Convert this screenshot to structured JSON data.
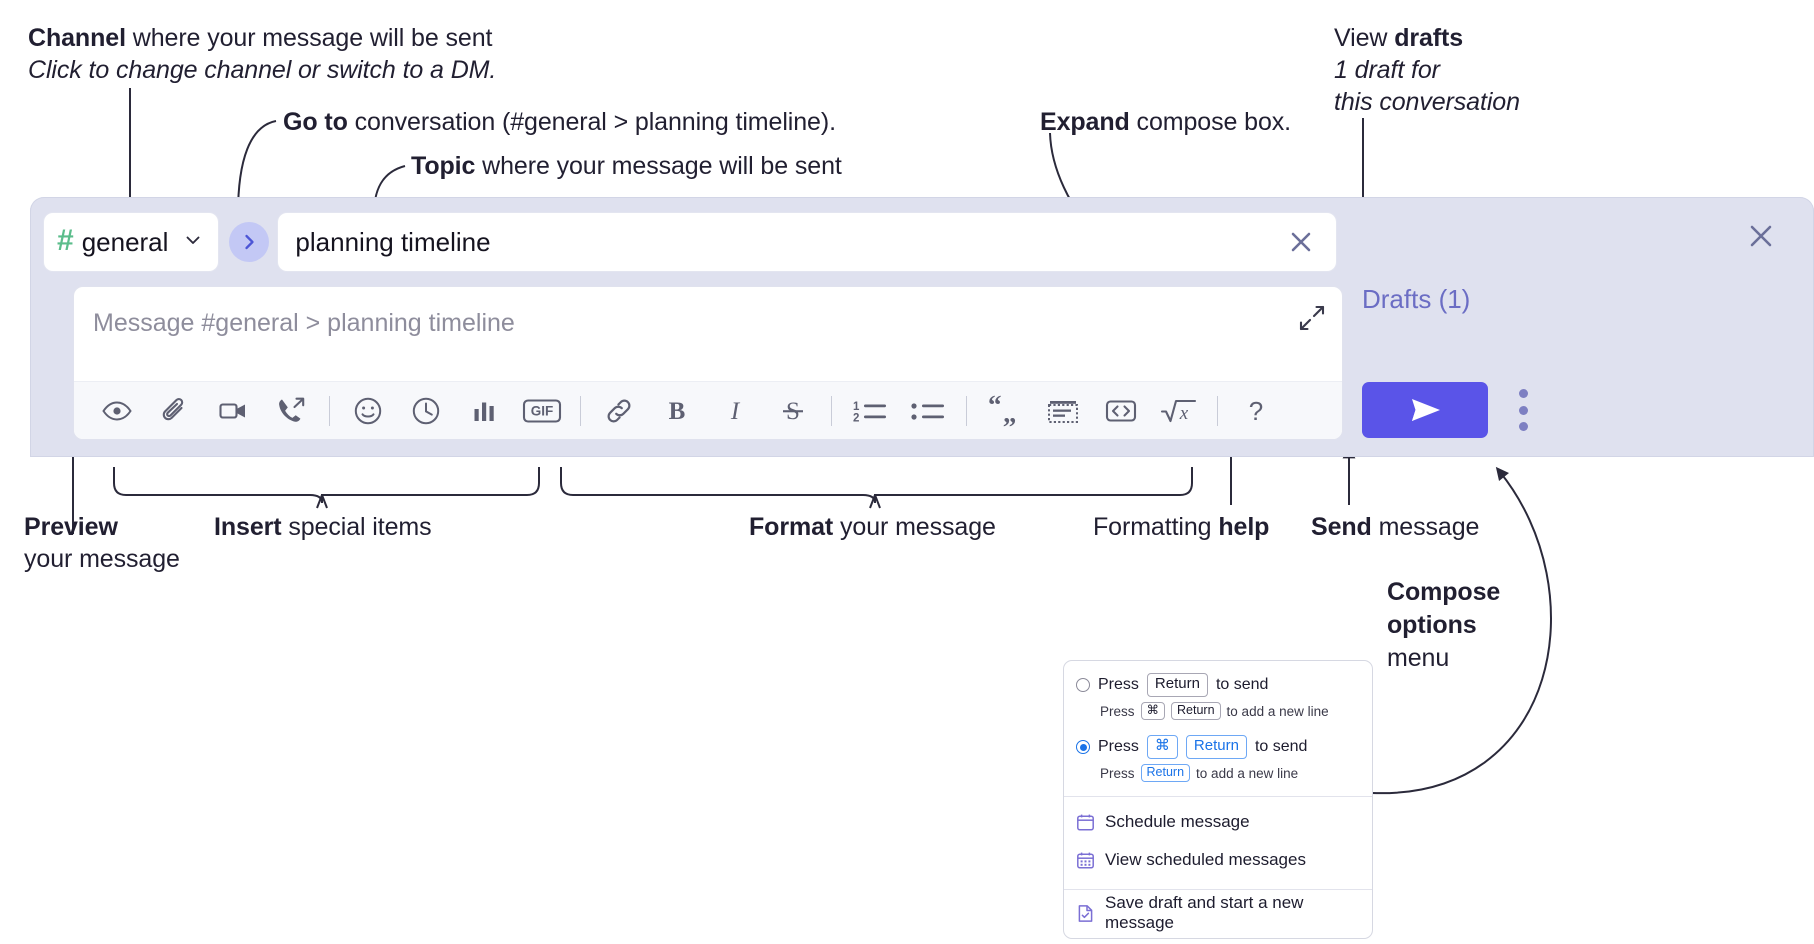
{
  "annotations": {
    "channel": {
      "bold": "Channel",
      "rest": " where your message will be sent",
      "sub": "Click to change channel or switch to a DM."
    },
    "goto": {
      "bold": "Go to",
      "rest": " conversation (#general > planning timeline)."
    },
    "topic": {
      "bold": "Topic",
      "rest": " where your message will be sent"
    },
    "expand": {
      "bold": "Expand",
      "rest": " compose box."
    },
    "drafts": {
      "pre": "View ",
      "bold": "drafts",
      "sub1": "1 draft for",
      "sub2": "this conversation"
    },
    "preview": {
      "bold": "Preview",
      "line2": "your message"
    },
    "insert": {
      "bold": "Insert",
      "rest": " special items"
    },
    "format": {
      "bold": "Format",
      "rest": " your message"
    },
    "formatting_help": {
      "pre": "Formatting ",
      "bold": "help"
    },
    "send": {
      "bold": "Send",
      "rest": " message"
    },
    "compose_options": {
      "bold1": "Compose",
      "bold2": "options",
      "rest": "menu"
    }
  },
  "compose": {
    "channel_chip": {
      "hash": "#",
      "name": "general",
      "icon": "hash-icon",
      "chevron": "chevron-down-icon"
    },
    "goto_button": {
      "icon": "chevron-right-icon",
      "label": "Go to conversation"
    },
    "topic_field": {
      "value": "planning timeline",
      "clear_icon": "close-icon"
    },
    "message_input": {
      "placeholder": "Message #general > planning timeline",
      "value": ""
    },
    "expand_icon": "expand-diagonal-icon",
    "panel_close_icon": "close-icon",
    "drafts_link": "Drafts (1)",
    "send_button": {
      "icon": "send-paperplane-icon",
      "label": "Send"
    },
    "compose_options_icon": "kebab-vertical-icon",
    "toolbar": [
      {
        "name": "preview-icon",
        "label": "Preview"
      },
      {
        "name": "attachment-paperclip-icon",
        "label": "Attach file"
      },
      {
        "name": "video-camera-icon",
        "label": "Record video clip"
      },
      {
        "name": "phone-arrow-icon",
        "label": "Record audio clip"
      },
      {
        "name": "divider",
        "label": ""
      },
      {
        "name": "emoji-smiley-icon",
        "label": "Emoji"
      },
      {
        "name": "clock-icon",
        "label": "Schedule"
      },
      {
        "name": "bar-chart-icon",
        "label": "Poll"
      },
      {
        "name": "gif-icon",
        "label": "GIF"
      },
      {
        "name": "divider",
        "label": ""
      },
      {
        "name": "link-icon",
        "label": "Link"
      },
      {
        "name": "bold-icon",
        "label": "Bold"
      },
      {
        "name": "italic-icon",
        "label": "Italic"
      },
      {
        "name": "strikethrough-icon",
        "label": "Strikethrough"
      },
      {
        "name": "divider",
        "label": ""
      },
      {
        "name": "ordered-list-icon",
        "label": "Ordered list"
      },
      {
        "name": "bulleted-list-icon",
        "label": "Bulleted list"
      },
      {
        "name": "divider",
        "label": ""
      },
      {
        "name": "blockquote-icon",
        "label": "Blockquote"
      },
      {
        "name": "code-block-icon",
        "label": "Code block"
      },
      {
        "name": "code-inline-icon",
        "label": "Code"
      },
      {
        "name": "math-icon",
        "label": "Math"
      },
      {
        "name": "divider",
        "label": ""
      },
      {
        "name": "help-question-icon",
        "label": "Formatting help"
      }
    ]
  },
  "menu": {
    "option1": {
      "selected": false,
      "press": "Press",
      "key": "Return",
      "to_send": "to send",
      "sub_press": "Press",
      "sub_key1": "⌘",
      "sub_key2": "Return",
      "sub_tail": "to add a new line"
    },
    "option2": {
      "selected": true,
      "press": "Press",
      "key1": "⌘",
      "key2": "Return",
      "to_send": "to send",
      "sub_press": "Press",
      "sub_key": "Return",
      "sub_tail": "to add a new line"
    },
    "items": [
      {
        "icon": "calendar-clock-icon",
        "label": "Schedule message"
      },
      {
        "icon": "calendar-grid-icon",
        "label": "View scheduled messages"
      },
      {
        "icon": "document-check-icon",
        "label": "Save draft and start a new message"
      }
    ]
  },
  "colors": {
    "panel_bg": "#dfe1ef",
    "accent_purple": "#5a54e8",
    "drafts_text": "#6b6dc4",
    "hash_green": "#5bbd8b",
    "goto_bg": "#c3c8f5",
    "radio_blue": "#1a73e8"
  }
}
